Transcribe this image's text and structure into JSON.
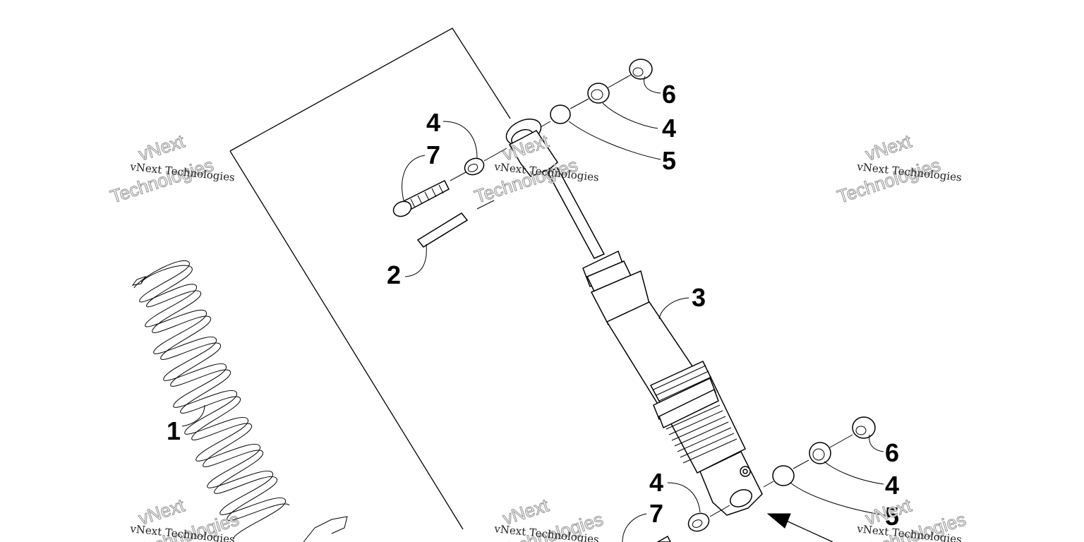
{
  "colors": {
    "line": "#000000",
    "background": "#ffffff",
    "watermark_outline": "#9a9a9a"
  },
  "callouts": [
    {
      "id": "c1",
      "label": "1"
    },
    {
      "id": "c2",
      "label": "2"
    },
    {
      "id": "c3",
      "label": "3"
    },
    {
      "id": "c4a",
      "label": "4"
    },
    {
      "id": "c7a",
      "label": "7"
    },
    {
      "id": "c6a",
      "label": "6"
    },
    {
      "id": "c4b",
      "label": "4"
    },
    {
      "id": "c5a",
      "label": "5"
    },
    {
      "id": "c4c",
      "label": "4"
    },
    {
      "id": "c7b",
      "label": "7"
    },
    {
      "id": "c6b",
      "label": "6"
    },
    {
      "id": "c4d",
      "label": "4"
    },
    {
      "id": "c5b",
      "label": "5"
    }
  ],
  "watermark": {
    "small_text": "vNext Technologies",
    "large_line1": "vNext",
    "large_line2": "Technologies"
  }
}
